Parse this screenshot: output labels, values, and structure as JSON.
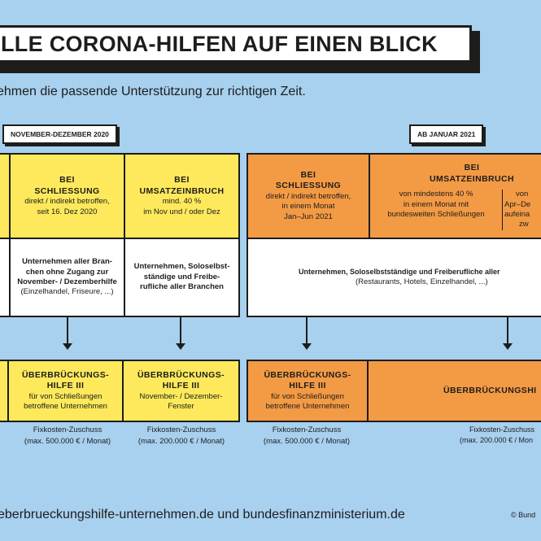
{
  "title": "LLE CORONA-HILFEN AUF EINEN BLICK",
  "subtitle": "ehmen die passende Unterstützung zur richtigen Zeit.",
  "periods": {
    "left": "NOVEMBER-DEZEMBER 2020",
    "right": "AB JANUAR 2021"
  },
  "left_table": {
    "col1": {
      "h1": "BEI",
      "h2": "SCHLIESSUNG",
      "d1": "direkt / indirekt betroffen,",
      "d2": "seit 16. Dez 2020",
      "w1": "Unternehmen aller Bran-",
      "w2": "chen ohne Zugang zur",
      "w3": "November- / Dezemberhilfe",
      "w4": "(Einzelhandel, Friseure, ...)"
    },
    "col2": {
      "h1": "BEI",
      "h2": "UMSATZEINBRUCH",
      "d1": "mind. 40 %",
      "d2": "im Nov und / oder Dez",
      "w1": "Unternehmen, Soloselbst-",
      "w2": "ständige und Freibe-",
      "w3": "rufliche aller Branchen"
    }
  },
  "right_table": {
    "col1": {
      "h1": "BEI",
      "h2": "SCHLIESSUNG",
      "d1": "direkt / indirekt betroffen,",
      "d2": "in einem Monat",
      "d3": "Jan–Jun 2021"
    },
    "col2": {
      "h1": "BEI",
      "h2": "UMSATZEINBRUCH",
      "a1": "von mindestens 40 %",
      "a2": "in einem Monat mit",
      "a3": "bundesweiten Schließungen",
      "b1": "von",
      "b2": "Apr–De",
      "b3": "aufeina",
      "b4": "zw"
    },
    "w1": "Unternehmen, Soloselbstständige und Freiberufliche aller",
    "w2": "(Restaurants, Hotels, Einzelhandel, ...)"
  },
  "results": [
    {
      "t1": "ÜBERBRÜCKUNGS-",
      "t2": "HILFE III",
      "d1": "für von Schließungen",
      "d2": "betroffene Unternehmen",
      "n1": "Fixkosten-Zuschuss",
      "n2": "(max. 500.000 € / Monat)"
    },
    {
      "t1": "ÜBERBRÜCKUNGS-",
      "t2": "HILFE III",
      "d1": "November- / Dezember-",
      "d2": "Fenster",
      "n1": "Fixkosten-Zuschuss",
      "n2": "(max. 200.000 € / Monat)"
    },
    {
      "t1": "ÜBERBRÜCKUNGS-",
      "t2": "HILFE III",
      "d1": "für von Schließungen",
      "d2": "betroffene Unternehmen",
      "n1": "Fixkosten-Zuschuss",
      "n2": "(max. 500.000 € / Monat)"
    },
    {
      "t1": "ÜBERBRÜCKUNGSHI",
      "n1": "Fixkosten-Zuschuss",
      "n2": "(max. 200.000 € / Mon"
    }
  ],
  "footer": {
    "url": "eberbrueckungshilfe-unternehmen.de und bundesfinanzministerium.de",
    "copyright": "© Bund"
  },
  "colors": {
    "background": "#a8d0ef",
    "yellow": "#fde95b",
    "orange": "#f39a45"
  }
}
